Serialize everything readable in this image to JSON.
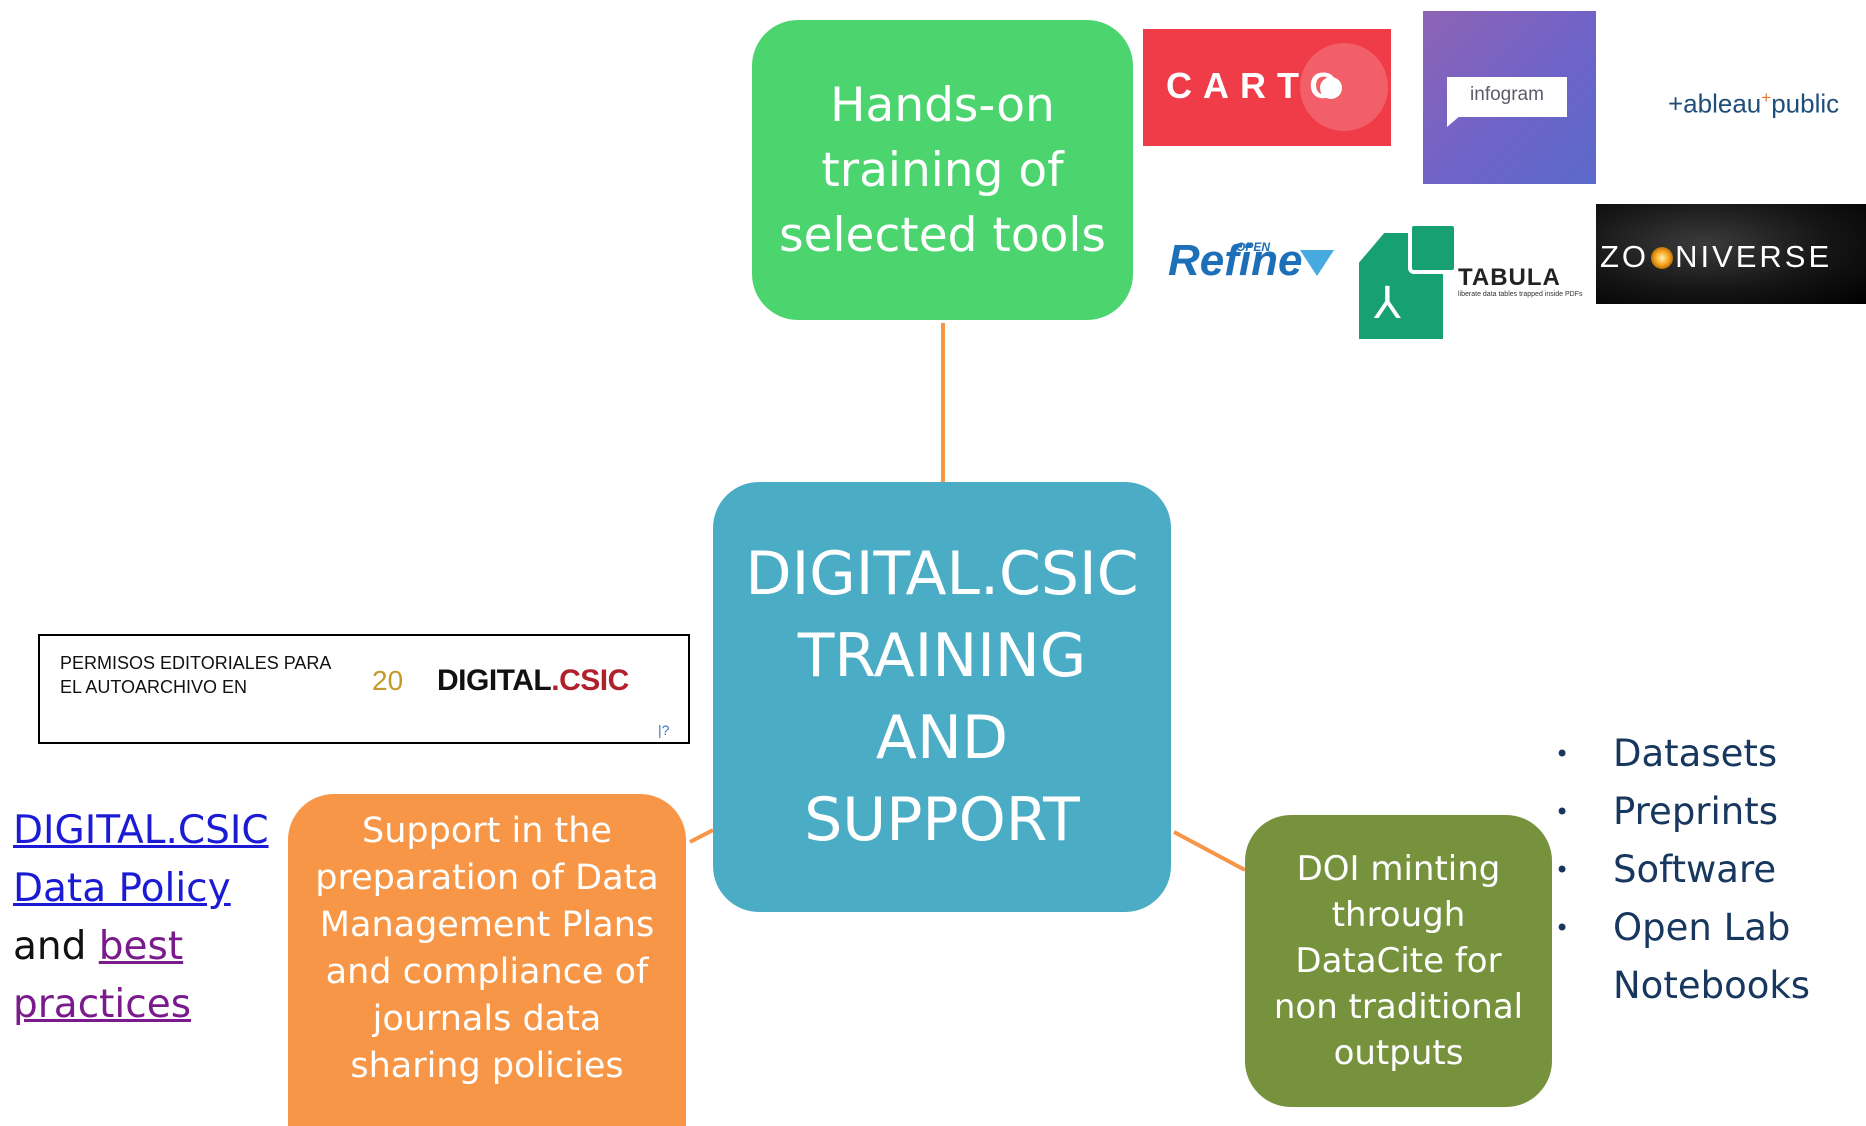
{
  "diagram": {
    "center": {
      "label": "DIGITAL.CSIC\nTRAINING\nAND\nSUPPORT",
      "color": "#4bacc6"
    },
    "top_node": {
      "label": "Hands-on\ntraining of\nselected tools",
      "color": "#4cd56e"
    },
    "left_node": {
      "label": "Support in the\npreparation of Data\nManagement Plans\nand compliance of\njournals data\nsharing policies",
      "color": "#f79646"
    },
    "right_node": {
      "label": "DOI minting\nthrough\nDataCite for\nnon traditional\noutputs",
      "color": "#76923c"
    },
    "connector_color": "#f79646"
  },
  "tools_logos": {
    "carto": {
      "text": "CARTO",
      "color": "#f03c48"
    },
    "infogram": {
      "text": "infogram"
    },
    "tableau": {
      "text_a": "+ableau",
      "plus": "+",
      "text_b": "public"
    },
    "openrefine": {
      "text": "Refine",
      "open": "OPEN"
    },
    "tabula": {
      "name": "TABULA",
      "tagline": "liberate data tables trapped inside PDFs"
    },
    "zooniverse": {
      "text_a": "ZO",
      "text_b": "NIVERSE"
    }
  },
  "permisos_banner": {
    "line1": "PERMISOS EDITORIALES PARA",
    "line2": "EL AUTOARCHIVO EN",
    "year": "20",
    "brand_a": "DIGITAL",
    "brand_b": ".CSIC",
    "mark": "|?"
  },
  "policy_links": {
    "link1_line1": "DIGITAL.CSIC",
    "link1_line2": "Data Policy",
    "and": "and",
    "link2_line1": "best",
    "link2_line2": "practices"
  },
  "outputs": {
    "bullet": "•",
    "items": [
      "Datasets",
      "Preprints",
      "Software",
      "Open Lab",
      "Notebooks"
    ]
  }
}
